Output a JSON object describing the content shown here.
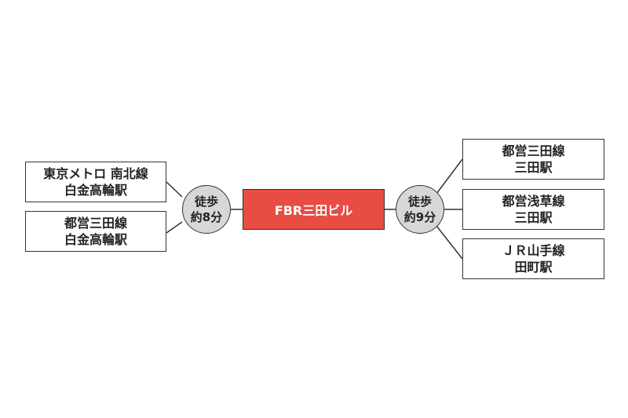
{
  "center": {
    "label": "FBR三田ビル"
  },
  "left_walk": {
    "line1": "徒歩",
    "line2": "約8分"
  },
  "right_walk": {
    "line1": "徒歩",
    "line2": "約9分"
  },
  "left_stations": [
    {
      "line": "東京メトロ 南北線",
      "station": "白金高輪駅"
    },
    {
      "line": "都営三田線",
      "station": "白金高輪駅"
    }
  ],
  "right_stations": [
    {
      "line": "都営三田線",
      "station": "三田駅"
    },
    {
      "line": "都営浅草線",
      "station": "三田駅"
    },
    {
      "line": "ＪＲ山手線",
      "station": "田町駅"
    }
  ],
  "colors": {
    "center_fill": "#e84c43",
    "circle_fill": "#d7d7d7",
    "stroke": "#333333"
  }
}
